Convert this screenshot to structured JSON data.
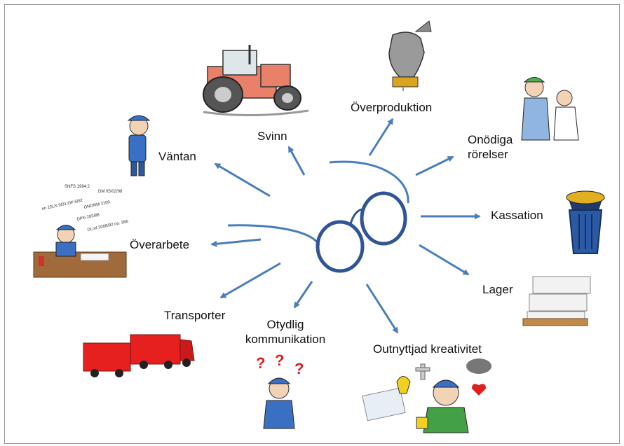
{
  "labels": {
    "overproduktion": "Överproduktion",
    "svinn": "Svinn",
    "vantan": "Väntan",
    "onodiga": [
      "Onödiga",
      "rörelser"
    ],
    "kassation": "Kassation",
    "overarbete": "Överarbete",
    "lager": "Lager",
    "transporter": "Transporter",
    "otydlig": [
      "Otydlig",
      "kommunikation"
    ],
    "outnyttjad": "Outnyttjad kreativitet"
  },
  "paper_lines": [
    "SNFS 1994:2",
    "DM 05/02/98",
    "en 22LN 9/91:OP 6/92",
    "ONORM 2100",
    "DPN 203/88",
    "DLnd 3008/92 no. 366"
  ],
  "question_marks": [
    "?",
    "?",
    "?"
  ],
  "colors": {
    "arrow": "#4a7ebb",
    "glasses": "#2f5597",
    "tractor_body": "#e8806a",
    "truck": "#e5201f",
    "worker_shirt": "#3a6fc4",
    "border": "#9a9a9a"
  },
  "icons": [
    "tractor-icon",
    "cow-on-scale-icon",
    "waiting-worker-icon",
    "doctor-patient-icon",
    "trash-bin-icon",
    "desk-worker-icon",
    "pallet-stack-icon",
    "truck-icon",
    "confused-worker-icon",
    "thinking-person-icon",
    "glasses-icon"
  ]
}
